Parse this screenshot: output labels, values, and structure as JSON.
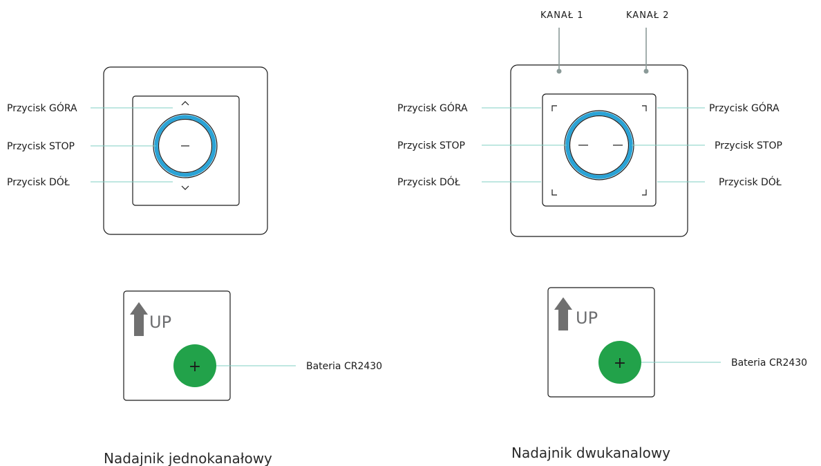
{
  "single": {
    "labels": {
      "up": "Przycisk GÓRA",
      "stop": "Przycisk STOP",
      "down": "Przycisk DÓŁ"
    },
    "battery_card": {
      "up_text": "UP",
      "plus": "+"
    },
    "battery_label": "Bateria CR2430",
    "caption": "Nadajnik jednokanałowy"
  },
  "dual": {
    "channels": {
      "ch1": "KANAŁ 1",
      "ch2": "KANAŁ 2"
    },
    "labels_left": {
      "up": "Przycisk GÓRA",
      "stop": "Przycisk STOP",
      "down": "Przycisk DÓŁ"
    },
    "labels_right": {
      "up": "Przycisk GÓRA",
      "stop": "Przycisk STOP",
      "down": "Przycisk DÓŁ"
    },
    "battery_card": {
      "up_text": "UP",
      "plus": "+"
    },
    "battery_label": "Bateria CR2430",
    "caption": "Nadajnik dwukanalowy"
  },
  "colors": {
    "ring_blue": "#2aa3d6",
    "leader_teal": "#7fcfc3",
    "battery_green": "#22a24a",
    "arrow_grey": "#707070"
  },
  "icons": {
    "up_chevron": "chevron-up-icon",
    "down_chevron": "chevron-down-icon",
    "up_arrow": "arrow-up-icon"
  }
}
